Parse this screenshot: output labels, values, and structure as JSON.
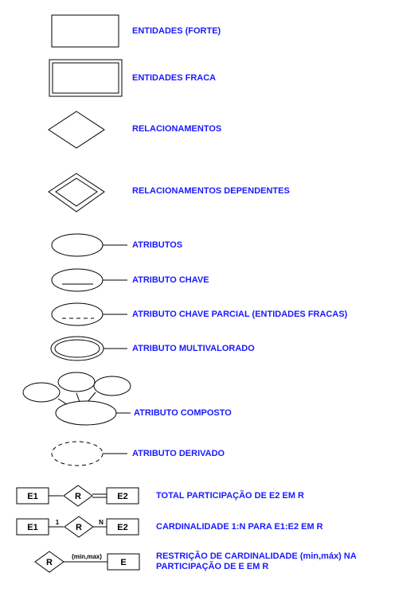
{
  "legend": {
    "strong_entity": "ENTIDADES (FORTE)",
    "weak_entity": "ENTIDADES FRACA",
    "relationship": "RELACIONAMENTOS",
    "dependent_relationship": "RELACIONAMENTOS DEPENDENTES",
    "attribute": "ATRIBUTOS",
    "key_attribute": "ATRIBUTO CHAVE",
    "partial_key_attribute": "ATRIBUTO CHAVE PARCIAL (ENTIDADES FRACAS)",
    "multivalued_attribute": "ATRIBUTO MULTIVALORADO",
    "composite_attribute": "ATRIBUTO COMPOSTO",
    "derived_attribute": "ATRIBUTO DERIVADO",
    "total_participation": "TOTAL PARTICIPAÇÃO DE E2 EM R",
    "cardinality": "CARDINALIDADE 1:N PARA E1:E2 EM R",
    "restriction": "RESTRIÇÃO DE CARDINALIDADE (min,máx) NA PARTICIPAÇÃO DE E EM R"
  },
  "examples": {
    "e1": "E1",
    "e2": "E2",
    "r": "R",
    "e": "E",
    "one": "1",
    "n": "N",
    "minmax": "(min,max)"
  },
  "colors": {
    "label": "#1a1aff",
    "stroke": "#000000"
  }
}
